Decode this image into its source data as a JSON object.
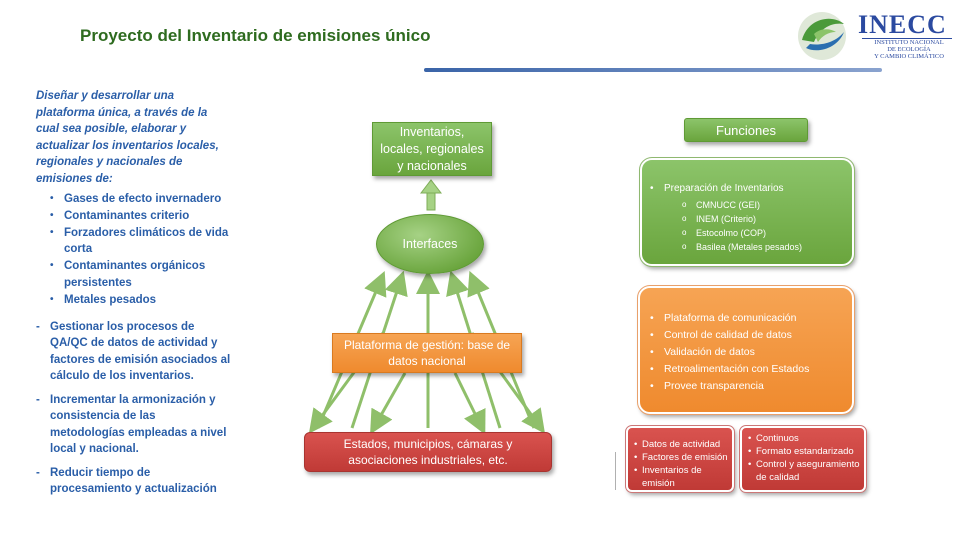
{
  "title": "Proyecto del Inventario de emisiones único",
  "logo": {
    "name": "INECC",
    "subtitle": [
      "INSTITUTO NACIONAL",
      "DE ECOLOGÍA",
      "Y CAMBIO CLIMÁTICO"
    ]
  },
  "left": {
    "intro": "Diseñar y desarrollar una plataforma única, a través de la cual sea posible, elaborar y actualizar los inventarios locales, regionales y nacionales de emisiones de:",
    "bullets": [
      "Gases de efecto invernadero",
      "Contaminantes criterio",
      "Forzadores climáticos de vida corta",
      "Contaminantes orgánicos persistentes",
      "Metales pesados"
    ],
    "dash_items": [
      "Gestionar los procesos de QA/QC de datos de actividad y factores de emisión asociados al cálculo de los inventarios.",
      "Incrementar la armonización y consistencia de las metodologías empleadas a nivel local y nacional.",
      "Reducir tiempo de procesamiento y actualización"
    ]
  },
  "diagram": {
    "inventarios": "Inventarios, locales, regionales y nacionales",
    "interfaces": "Interfaces",
    "plataforma": "Plataforma de gestión: base de datos nacional",
    "estados": "Estados, municipios, cámaras y asociaciones industriales, etc."
  },
  "funciones": {
    "header": "Funciones",
    "green": {
      "main": "Preparación de Inventarios",
      "sub": [
        "CMNUCC (GEI)",
        "INEM (Criterio)",
        "Estocolmo (COP)",
        "Basilea (Metales pesados)"
      ]
    },
    "orange": [
      "Plataforma de comunicación",
      "Control de calidad de datos",
      "Validación de datos",
      "Retroalimentación con Estados",
      "Provee transparencia"
    ],
    "red_left": [
      "Datos de actividad",
      "Factores de emisión",
      "Inventarios de emisión"
    ],
    "red_right": [
      "Continuos",
      "Formato estandarizado",
      "Control y aseguramiento de calidad"
    ]
  },
  "colors": {
    "title_green": "#2e6b1f",
    "text_blue": "#2a5ea8",
    "box_green": "#6aa53d",
    "box_orange": "#ef8a2e",
    "box_red": "#c03a36"
  }
}
